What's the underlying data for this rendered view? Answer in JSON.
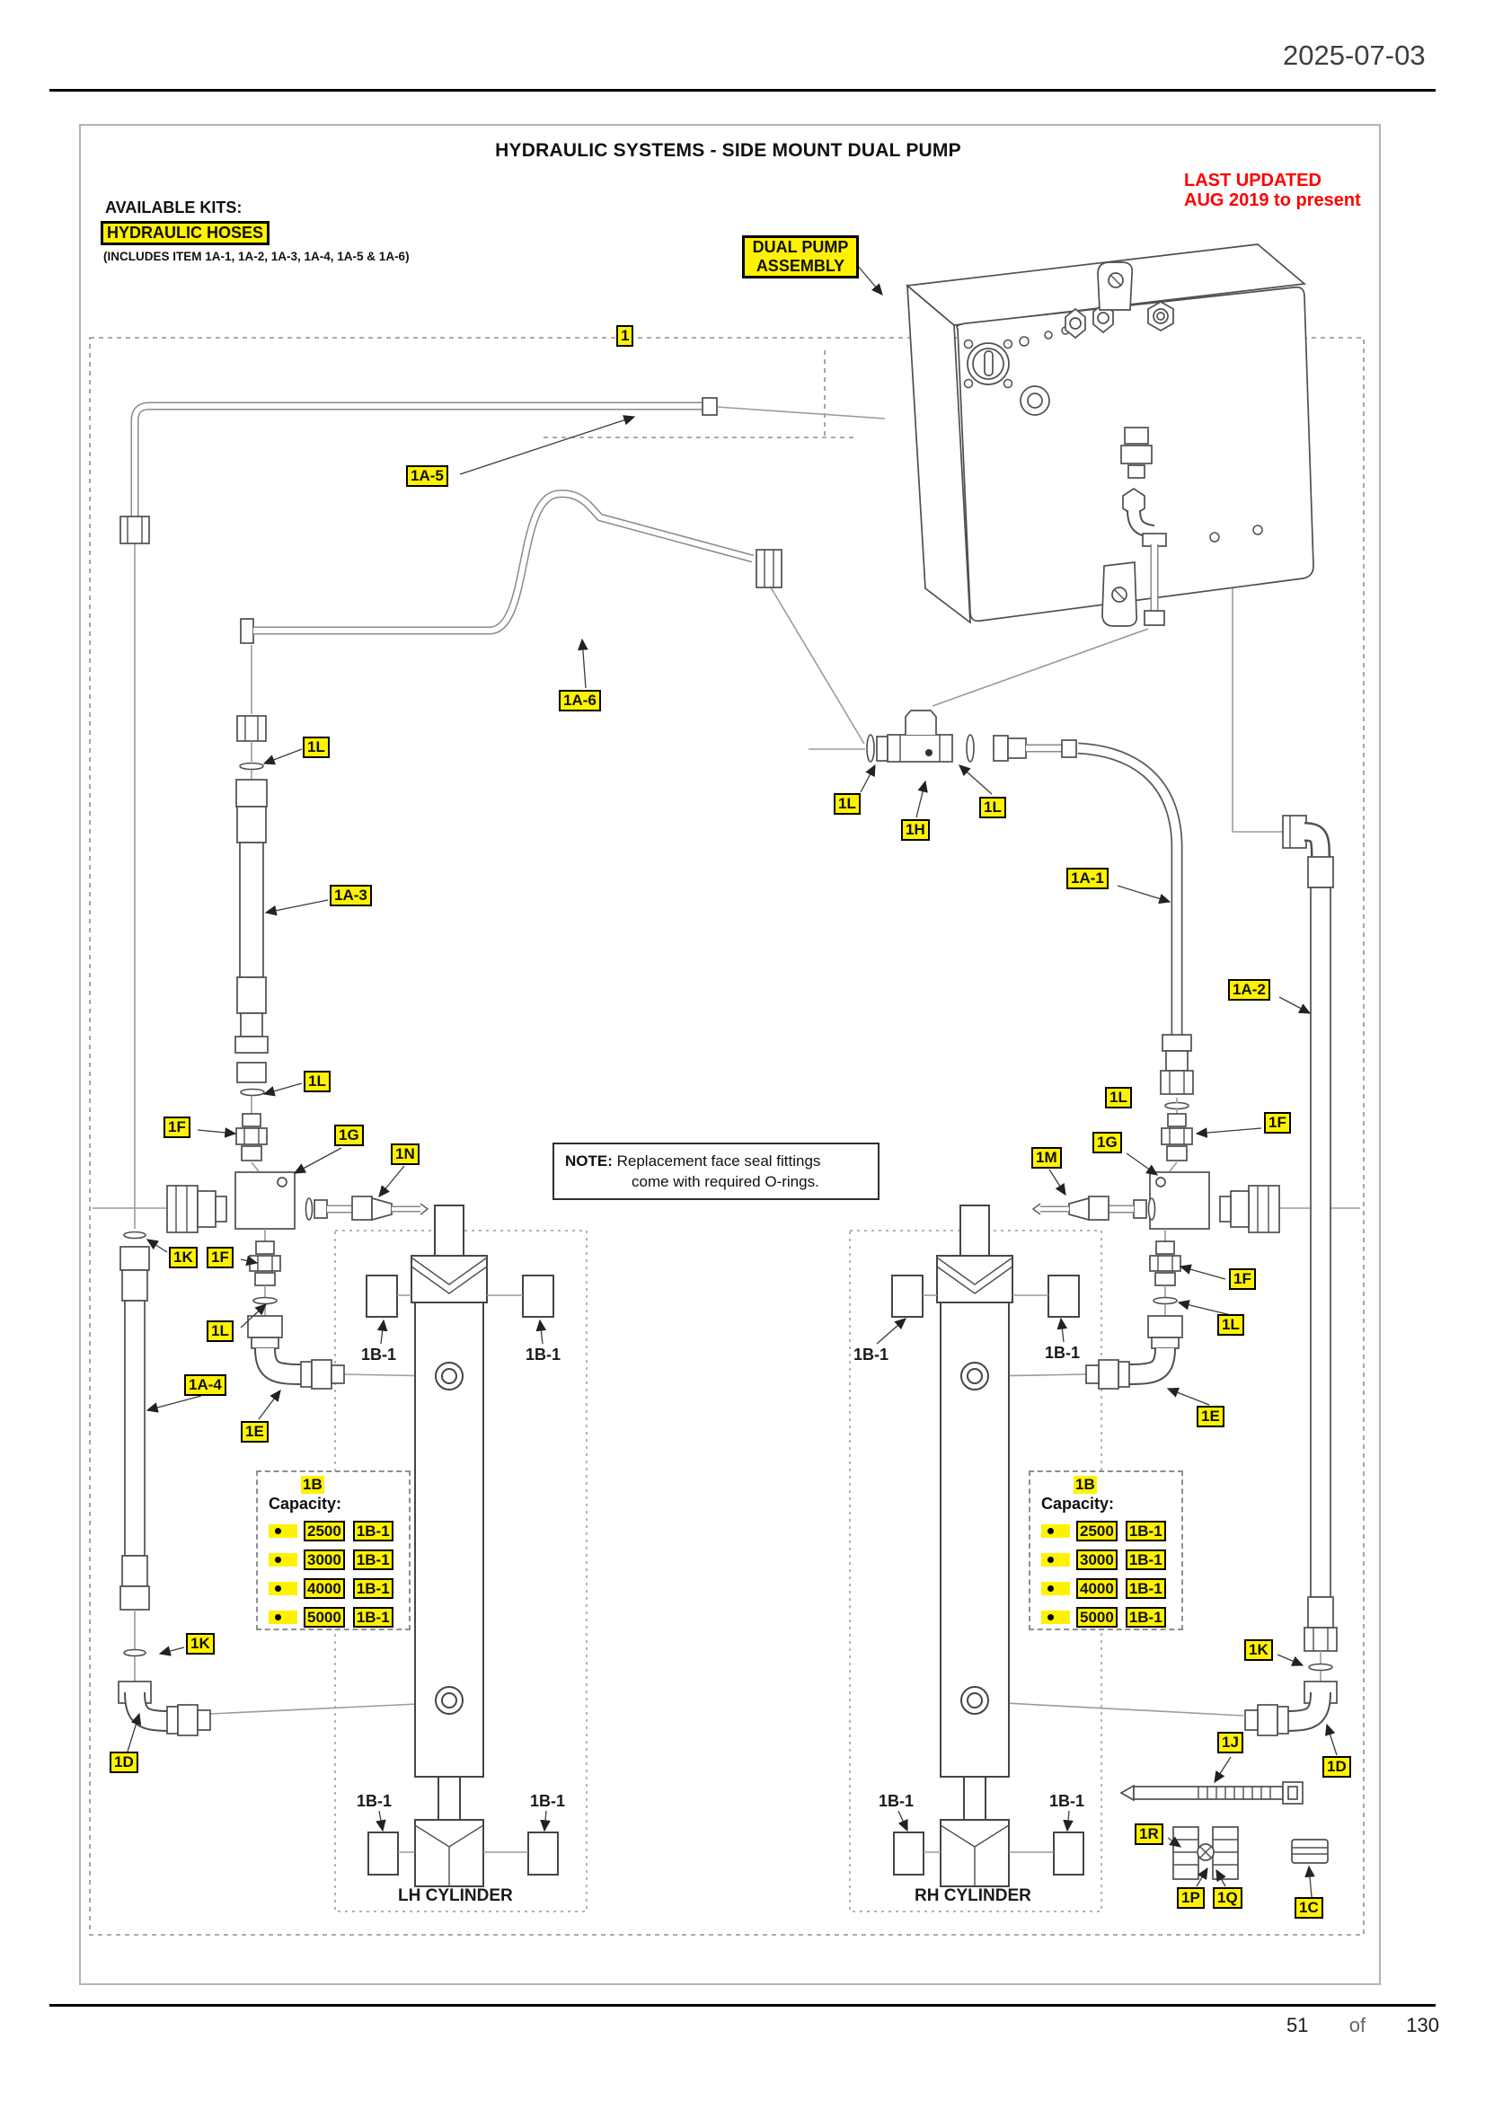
{
  "page": {
    "date": "2025-07-03",
    "footer": {
      "page": "51",
      "of": "of",
      "total": "130"
    }
  },
  "header": {
    "title": "HYDRAULIC SYSTEMS - SIDE MOUNT DUAL PUMP",
    "last_updated": {
      "line1": "LAST UPDATED",
      "line2": "AUG 2019 to present"
    },
    "available_kits": "AVAILABLE KITS:",
    "kit_name": "HYDRAULIC HOSES",
    "kit_includes": "(INCLUDES ITEM 1A-1, 1A-2, 1A-3, 1A-4, 1A-5 & 1A-6)"
  },
  "pump_label": {
    "line1": "DUAL PUMP",
    "line2": "ASSEMBLY"
  },
  "note": {
    "label": "NOTE:",
    "text1": "Replacement face seal fittings",
    "text2": "come with required O-rings."
  },
  "callouts": {
    "c1": "1",
    "a1": "1A-1",
    "a2": "1A-2",
    "a3": "1A-3",
    "a4": "1A-4",
    "a5": "1A-5",
    "a6": "1A-6",
    "b": "1B",
    "b1": "1B-1",
    "c": "1C",
    "d": "1D",
    "e": "1E",
    "f": "1F",
    "g": "1G",
    "h": "1H",
    "j": "1J",
    "k": "1K",
    "l": "1L",
    "m": "1M",
    "n": "1N",
    "p": "1P",
    "q": "1Q",
    "r": "1R"
  },
  "capacity": {
    "heading": "Capacity:",
    "rows": [
      {
        "value": "2500",
        "kit": "1B-1"
      },
      {
        "value": "3000",
        "kit": "1B-1"
      },
      {
        "value": "4000",
        "kit": "1B-1"
      },
      {
        "value": "5000",
        "kit": "1B-1"
      }
    ]
  },
  "cylinders": {
    "lh": "LH CYLINDER",
    "rh": "RH CYLINDER"
  },
  "colors": {
    "highlight": "#FFF200",
    "updated_red": "#FF0000"
  }
}
